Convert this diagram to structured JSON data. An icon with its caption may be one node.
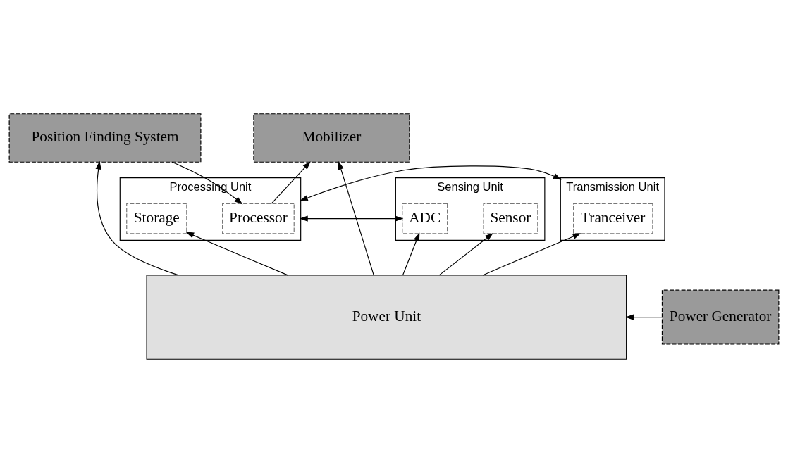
{
  "diagram": {
    "nodes": [
      {
        "text": [
          "Position Finding System"
        ]
      },
      {
        "text": [
          "Mobilizer"
        ]
      },
      {
        "text": [
          "Sensing Unit"
        ]
      },
      {
        "text": [
          "Sensor"
        ],
        "in": 2
      },
      {
        "text": [
          "ADC"
        ],
        "in": 2
      },
      {
        "text": [
          "Processing Unit"
        ]
      },
      {
        "text": [
          "Processor"
        ],
        "in": 5
      },
      {
        "text": [
          "Storage"
        ],
        "in": 5
      },
      {
        "text": [
          "Transmission Unit"
        ]
      },
      {
        "text": [
          "Tranceiver"
        ],
        "in": 8
      },
      {
        "text": [
          "Power Unit"
        ]
      },
      {
        "text": [
          "Power Generator"
        ]
      }
    ],
    "edges": [
      {
        "from": 10,
        "to": 0,
        "arrow": "to"
      },
      {
        "from": 10,
        "to": 1,
        "arrow": "to"
      },
      {
        "from": 10,
        "to": 3,
        "arrow": "to"
      },
      {
        "from": 10,
        "to": 4,
        "arrow": "to"
      },
      {
        "from": 10,
        "to": 7,
        "arrow": "to"
      },
      {
        "from": 10,
        "to": 9,
        "arrow": "to"
      },
      {
        "from": 0,
        "to": 6,
        "arrow": "to"
      },
      {
        "from": 6,
        "to": 1,
        "arrow": "to"
      },
      {
        "from": 4,
        "to": 5,
        "arrow": "both"
      },
      {
        "from": 5,
        "to": 8,
        "arrow": "both"
      },
      {
        "from": 11,
        "to": 10,
        "arrow": "to"
      }
    ]
  }
}
